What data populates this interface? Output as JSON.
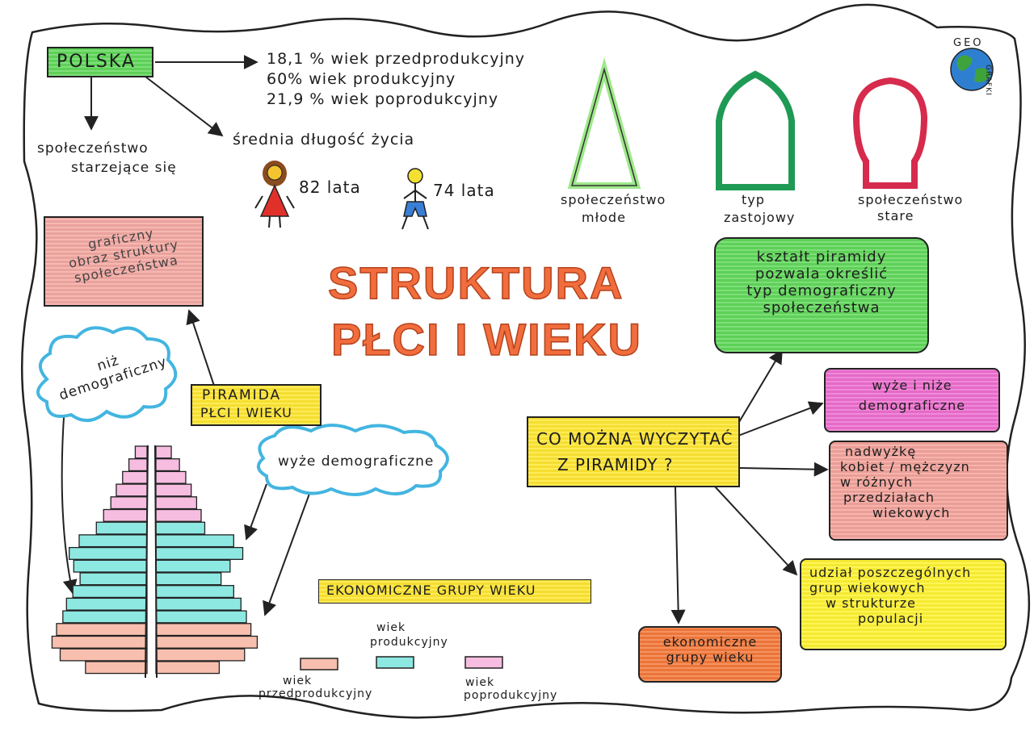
{
  "title": {
    "line1": "STRUKTURA",
    "line2": "PŁCI I WIEKU"
  },
  "logo": {
    "top": "GEO",
    "bottom": "GRAFKI",
    "colors": {
      "sea": "#2f7fd1",
      "land": "#3ea33a"
    }
  },
  "polska": {
    "label": "POLSKA",
    "stats": [
      "18,1 % wiek przedprodukcyjny",
      "60% wiek produkcyjny",
      "21,9 % wiek poprodukcyjny"
    ],
    "aging_society": [
      "społeczeństwo",
      "starzejące się"
    ],
    "life_expectancy_label": "średnia długość życia",
    "female_age": "82 lata",
    "male_age": "74 lata"
  },
  "shapes": {
    "young": [
      "społeczeństwo",
      "młode"
    ],
    "stagnant": [
      "typ",
      "zastojowy"
    ],
    "old": [
      "społeczeństwo",
      "stare"
    ],
    "colors": {
      "young": "#9ee88a",
      "stagnant": "#1f9a55",
      "old": "#d62b4c"
    }
  },
  "graphic_box": {
    "lines": [
      "graficzny",
      "obraz struktury",
      "społeczeństwa"
    ],
    "color": "#f4a9a2"
  },
  "pyramid_label": {
    "lines": [
      "PIRAMIDA",
      "PŁCI I WIEKU"
    ],
    "color": "#ffe733"
  },
  "clouds": {
    "baby_bust": [
      "niż",
      "demograficzny"
    ],
    "baby_boom": "wyże demograficzne",
    "color": "#43b5e0"
  },
  "question_box": {
    "lines": [
      "CO MOŻNA WYCZYTAĆ",
      "Z PIRAMIDY ?"
    ],
    "color": "#ffe733"
  },
  "answers": {
    "shape_box": {
      "lines": [
        "kształt piramidy",
        "pozwala określić",
        "typ demograficzny",
        "społeczeństwa"
      ],
      "color": "#62d85c"
    },
    "booms_box": {
      "lines": [
        "wyże i niże",
        "demograficzne"
      ],
      "color": "#ee6fd0"
    },
    "surplus_box": {
      "lines": [
        "nadwyżkę",
        "kobiet / mężczyzn",
        "w różnych",
        "przedziałach",
        "wiekowych"
      ],
      "color": "#f4a49c"
    },
    "share_box": {
      "lines": [
        "udział poszczególnych",
        "grup wiekowych",
        "w strukturze",
        "populacji"
      ],
      "color": "#fff333"
    },
    "economic_box": {
      "lines": [
        "ekonomiczne",
        "grupy wieku"
      ],
      "color": "#f47a3c"
    }
  },
  "economic_groups": {
    "header": "EKONOMICZNE GRUPY WIEKU",
    "pre": [
      "wiek",
      "przedprodukcyjny"
    ],
    "working": [
      "wiek",
      "produkcyjny"
    ],
    "post": [
      "wiek",
      "poprodukcyjny"
    ],
    "colors": {
      "pre": "#f8bfae",
      "working": "#8de8e2",
      "post": "#f6bde0"
    }
  },
  "pyramid_chart": {
    "groups_top_to_bottom": [
      "post",
      "post",
      "post",
      "post",
      "post",
      "post",
      "working",
      "working",
      "working",
      "working",
      "working",
      "working",
      "working",
      "working",
      "pre",
      "pre",
      "pre",
      "pre"
    ],
    "left_widths_relative": [
      0.13,
      0.2,
      0.27,
      0.34,
      0.4,
      0.48,
      0.56,
      0.75,
      0.86,
      0.81,
      0.74,
      0.82,
      0.89,
      0.93,
      1.0,
      1.05,
      0.96,
      0.68
    ],
    "right_widths_relative": [
      0.17,
      0.26,
      0.33,
      0.39,
      0.45,
      0.5,
      0.54,
      0.86,
      0.96,
      0.82,
      0.72,
      0.86,
      0.94,
      1.0,
      1.05,
      1.12,
      0.98,
      0.7
    ]
  }
}
